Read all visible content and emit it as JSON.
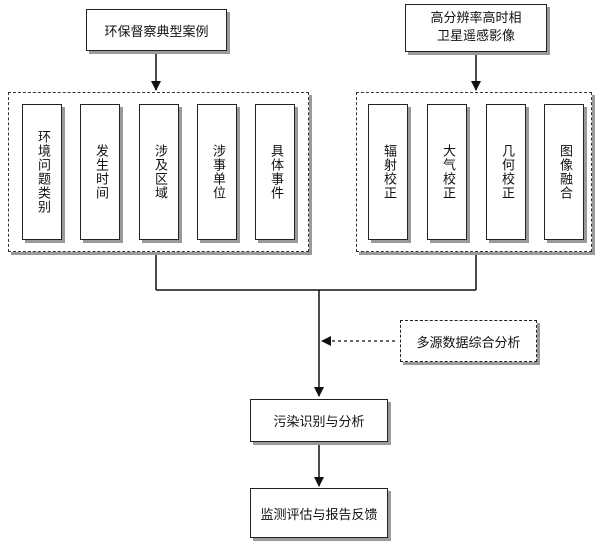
{
  "top_left_box": "环保督察典型案例",
  "top_right_box": {
    "line1": "高分辨率高时相",
    "line2": "卫星遥感影像"
  },
  "left_items": [
    "环境问题类别",
    "发生时间",
    "涉及区域",
    "涉事单位",
    "具体事件"
  ],
  "right_items": [
    "辐射校正",
    "大气校正",
    "几何校正",
    "图像融合"
  ],
  "side_box": "多源数据综合分析",
  "middle_box": "污染识别与分析",
  "bottom_box": "监测评估与报告反馈"
}
